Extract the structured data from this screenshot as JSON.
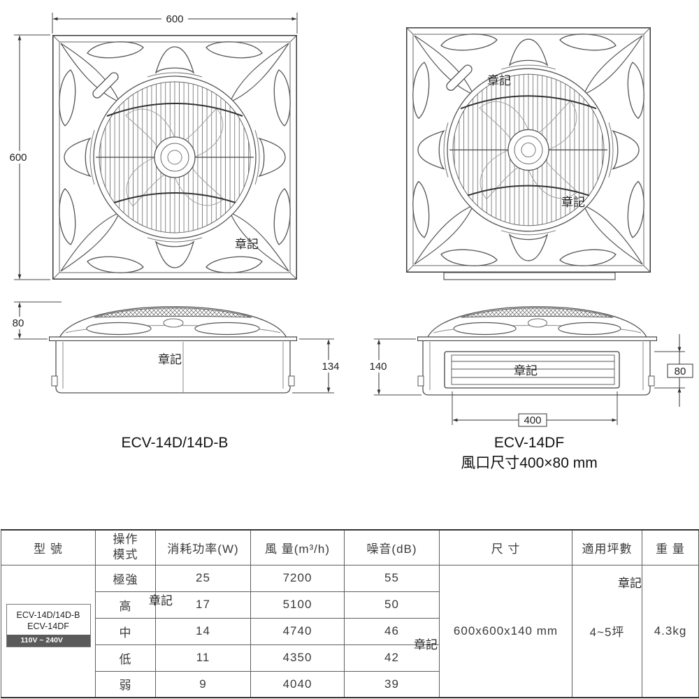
{
  "drawings": {
    "dims": {
      "top_width": "600",
      "left_height": "600",
      "left_depth": "80",
      "left_body_height": "134",
      "right_body_height": "140",
      "duct_height": "80",
      "duct_width": "400"
    },
    "labels": {
      "model_left": "ECV-14D/14D-B",
      "model_right": "ECV-14DF",
      "duct_size": "風口尺寸400×80 mm"
    }
  },
  "watermark": "章記",
  "table": {
    "headers": {
      "model": "型 號",
      "mode_line1": "操作",
      "mode_line2": "模式",
      "power": "消耗功率(W)",
      "airflow": "風 量(m³/h)",
      "noise": "噪音(dB)",
      "size": "尺 寸",
      "area": "適用坪數",
      "weight": "重 量"
    },
    "model_box": {
      "line1": "ECV-14D/14D-B",
      "line2": "ECV-14DF",
      "voltage": "110V ~ 240V"
    },
    "rows": [
      {
        "mode": "極強",
        "power": "25",
        "airflow": "7200",
        "noise": "55"
      },
      {
        "mode": "高",
        "power": "17",
        "airflow": "5100",
        "noise": "50"
      },
      {
        "mode": "中",
        "power": "14",
        "airflow": "4740",
        "noise": "46"
      },
      {
        "mode": "低",
        "power": "11",
        "airflow": "4350",
        "noise": "42"
      },
      {
        "mode": "弱",
        "power": "9",
        "airflow": "4040",
        "noise": "39"
      }
    ],
    "size": "600x600x140 mm",
    "area": "4~5坪",
    "weight": "4.3kg"
  }
}
